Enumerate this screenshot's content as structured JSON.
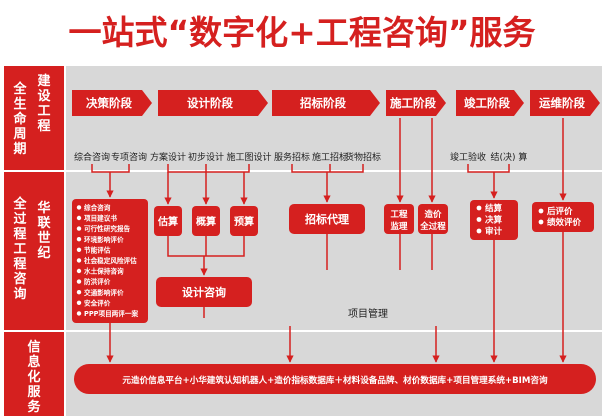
{
  "title": "一站式“数字化+工程咨询”服务",
  "colors": {
    "primary": "#d5201f",
    "panel": "#d8d8d8",
    "text": "#222222",
    "white": "#ffffff"
  },
  "rows": [
    {
      "label_a": "全生命周期",
      "label_b": "建设工程"
    },
    {
      "label_a": "全过程工程咨询",
      "label_b": "华联世纪"
    },
    {
      "label_a": "信息化服务",
      "label_b": ""
    }
  ],
  "phases": [
    "决策阶段",
    "设计阶段",
    "招标阶段",
    "施工阶段",
    "竣工阶段",
    "运维阶段"
  ],
  "phase_items": [
    "综合咨询",
    "专项咨询",
    "方案设计",
    "初步设计",
    "施工图设计",
    "服务招标",
    "施工招标",
    "货物招标",
    "竣工验收",
    "结(决) 算"
  ],
  "decision_list": [
    "综合咨询",
    "项目建议书",
    "可行性研究报告",
    "环境影响评价",
    "节能评估",
    "社会稳定风险评估",
    "水土保持咨询",
    "防洪评价",
    "交通影响评价",
    "安全评价",
    "PPP项目两评一案"
  ],
  "design_boxes": [
    "估算",
    "概算",
    "预算"
  ],
  "design_consult": "设计咨询",
  "tender_box": "招标代理",
  "construction_boxes": [
    "工程监理",
    "造价全过程"
  ],
  "completion_list": [
    "结算",
    "决算",
    "审计"
  ],
  "ops_list": [
    "后评价",
    "绩效评价"
  ],
  "project_mgmt": "项目管理",
  "info_service": "元造价信息平台+小华建筑认知机器人+造价指标数据库＋材料设备品牌、材价数据库+项目管理系统+BIM咨询"
}
